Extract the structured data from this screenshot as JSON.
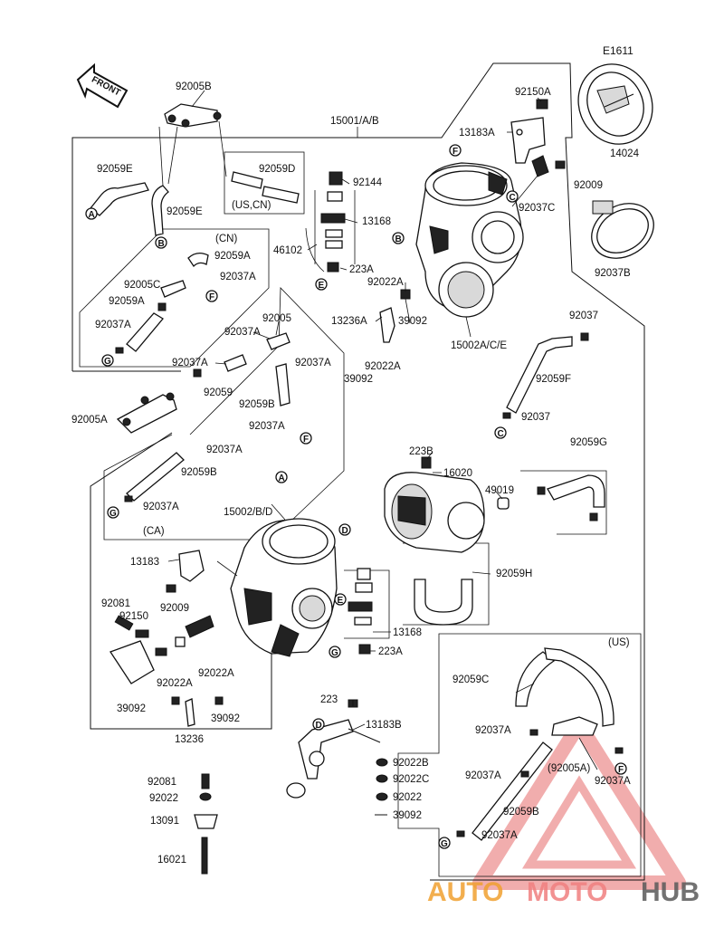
{
  "diagram_id": "E1611",
  "front_label": "FRONT",
  "groups": {
    "us_cn": "(US,CN)",
    "cn": "(CN)",
    "ca": "(CA)",
    "us": "(US)"
  },
  "part_numbers": {
    "p92005B": "92005B",
    "p15001": "15001/A/B",
    "p92059E_1": "92059E",
    "p92059E_2": "92059E",
    "p92059D": "92059D",
    "p92144": "92144",
    "p13168_1": "13168",
    "p46102": "46102",
    "p223A_1": "223A",
    "p92059A_1": "92059A",
    "p92037A_1": "92037A",
    "p92005C": "92005C",
    "p92059A_2": "92059A",
    "p92037A_2": "92037A",
    "p92150A": "92150A",
    "p13183A": "13183A",
    "p92009_1": "92009",
    "p92037C": "92037C",
    "p14024": "14024",
    "p92037B": "92037B",
    "p92022A_1": "92022A",
    "p13236A": "13236A",
    "p39092_1": "39092",
    "p15002ACE": "15002A/C/E",
    "p92037_1": "92037",
    "p92059F": "92059F",
    "p92037_2": "92037",
    "p92037A_3": "92037A",
    "p92005": "92005",
    "p92037A_4": "92037A",
    "p92037A_5": "92037A",
    "p92059": "92059",
    "p92022A_2": "92022A",
    "p39092_2": "39092",
    "p92059B_1": "92059B",
    "p92037A_6": "92037A",
    "p92005A_1": "92005A",
    "p92037A_7": "92037A",
    "p92059B_2": "92059B",
    "p92037A_8": "92037A",
    "p223B": "223B",
    "p16020": "16020",
    "p49019": "49019",
    "p92059G": "92059G",
    "p15002BD": "15002/B/D",
    "p13183": "13183",
    "p92081_1": "92081",
    "p92150": "92150",
    "p92009_2": "92009",
    "p92059H": "92059H",
    "p13168_2": "13168",
    "p223A_2": "223A",
    "p92022A_3": "92022A",
    "p92022A_4": "92022A",
    "p39092_3": "39092",
    "p39092_4": "39092",
    "p13236": "13236",
    "p223": "223",
    "p13183B": "13183B",
    "p92059C": "92059C",
    "p92037A_9": "92037A",
    "p92037A_10": "92037A",
    "p92005A_2": "(92005A)",
    "p92037A_11": "92037A",
    "p92059B_3": "92059B",
    "p92037A_12": "92037A",
    "p92022B": "92022B",
    "p92022C": "92022C",
    "p92022": "92022",
    "p39092_5": "39092",
    "p92081_2": "92081",
    "p92022_2": "92022",
    "p13091": "13091",
    "p16021": "16021"
  },
  "reference_letters": {
    "A": "A",
    "B": "B",
    "C": "C",
    "D": "D",
    "E": "E",
    "F": "F",
    "G": "G"
  },
  "watermark": {
    "part1": "AUTO",
    "part2": "MOTO",
    "part3": "HUB",
    "color1": "#f0a030",
    "color2": "#f08080",
    "color3": "#5a5a5a",
    "triangle_color": "#e24b4b"
  }
}
